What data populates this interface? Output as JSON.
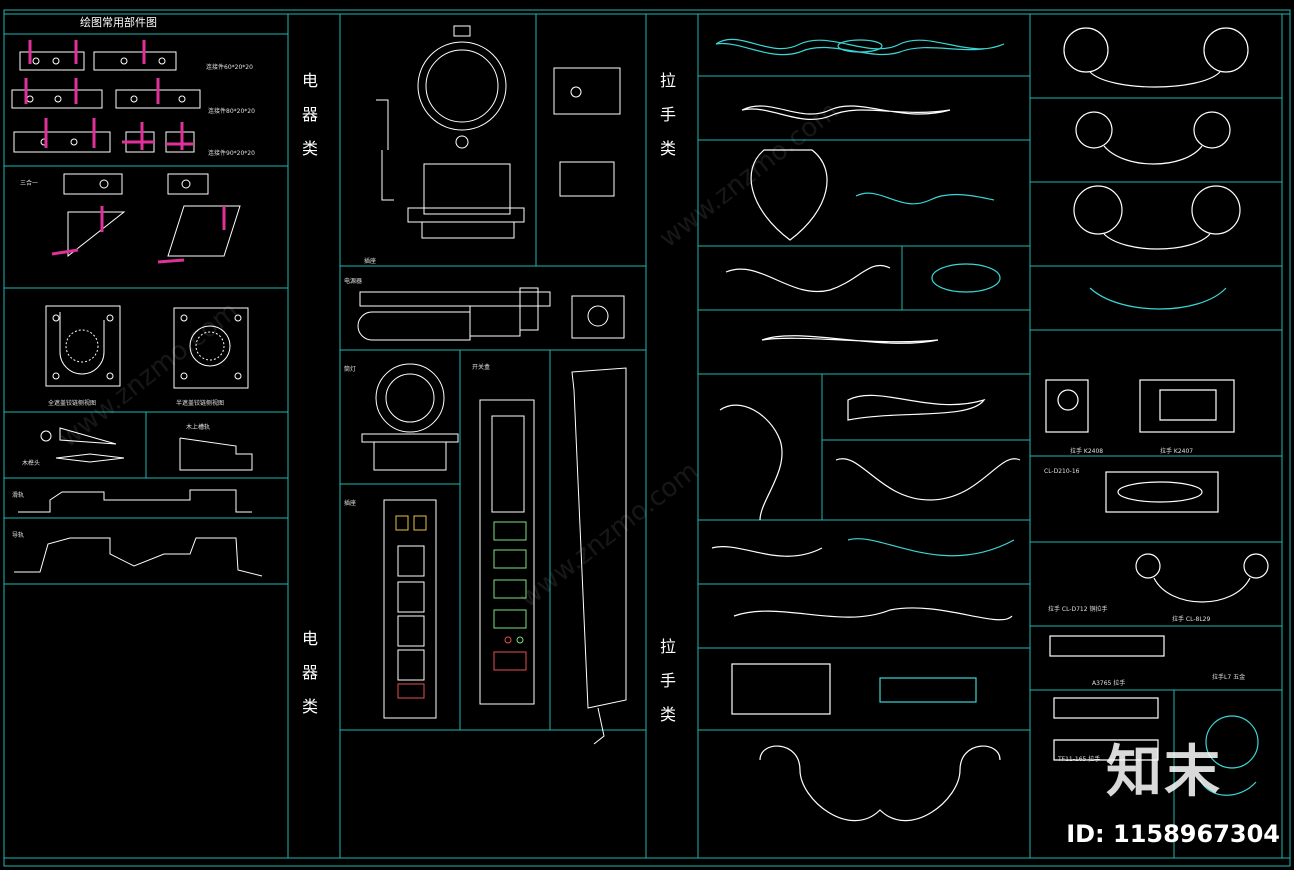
{
  "drawing": {
    "main_title": "绘图常用部件图",
    "category_electrical": [
      "电",
      "器",
      "类"
    ],
    "category_handles": [
      "拉",
      "手",
      "类"
    ],
    "part_labels": {
      "screw_a": "连接件60*20*20",
      "screw_b": "连接件80*20*20",
      "screw_c": "连接件90*20*20",
      "three_in_one": "三合一",
      "hinge_left": "全遮盖铰链侧视图",
      "hinge_right": "半遮盖铰链侧视图",
      "dowel": "木榫头",
      "rail": "木上槽轨",
      "slide": "滑轨",
      "guide": "导轨",
      "plug": "插座",
      "socket_strip": "插座",
      "power": "电源器",
      "light": "筒灯",
      "switch_box": "开关盒",
      "h1": "拉手 K2408",
      "h2": "拉手 K2407",
      "h3": "CL-D210-16",
      "h4": "拉手 CL-D712 铜拉手",
      "h5": "拉手 CL-8L29",
      "h6": "A3765 拉手",
      "h7": "拉手L7 五金",
      "h8": "TF11-165 拉手"
    }
  },
  "watermark": {
    "brand": "知末",
    "id_text": "ID: 1158967304",
    "ghost_text": "www.znzmo.com"
  },
  "colors": {
    "frame": "#1fb5b0",
    "line": "#ffffff",
    "accent": "#e0309a",
    "cyan": "#3ad6d6"
  }
}
